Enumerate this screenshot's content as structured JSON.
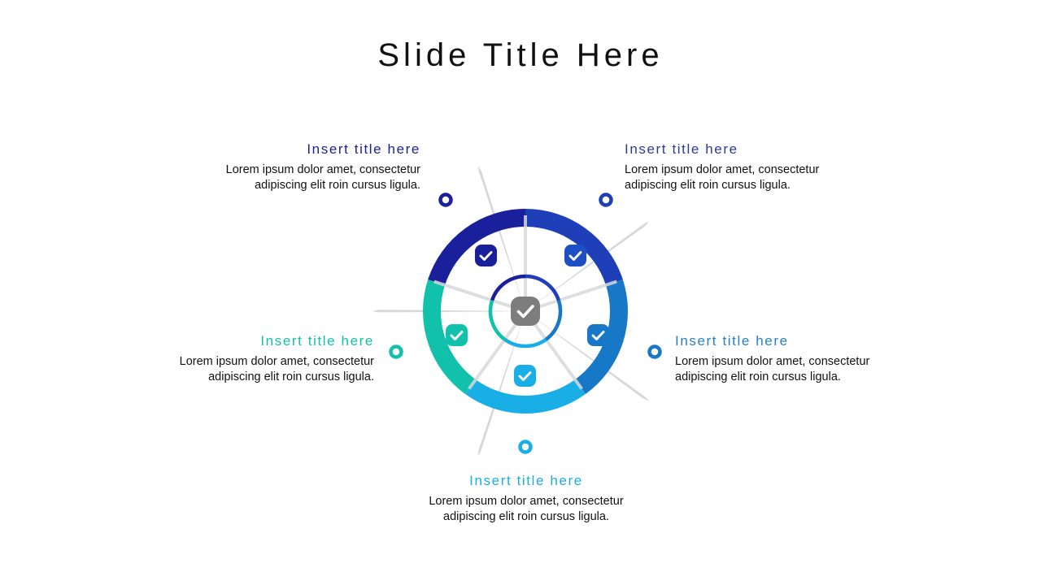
{
  "slide": {
    "title": "Slide Title Here",
    "background_color": "#ffffff",
    "title_color": "#111111"
  },
  "palette": {
    "navy": "#1a1f9c",
    "royal_blue": "#1f4fc4",
    "steel_blue": "#1878c8",
    "cyan": "#19aee5",
    "teal": "#12c1ab",
    "spoke_gray": "#d7d9da",
    "center_gray": "#7d7d7d",
    "body_text": "#111111"
  },
  "blocks": [
    {
      "id": "top-left",
      "title": "Insert title here",
      "body": "Lorem ipsum dolor amet, consectetur adipiscing elit roin cursus ligula.",
      "color": "#1a1f9c",
      "align": "right"
    },
    {
      "id": "top-right",
      "title": "Insert title here",
      "body": "Lorem ipsum dolor amet, consectetur adipiscing elit roin cursus ligula.",
      "color": "#2b3a9e",
      "align": "left"
    },
    {
      "id": "mid-left",
      "title": "Insert title here",
      "body": "Lorem ipsum dolor amet, consectetur adipiscing elit roin cursus ligula.",
      "color": "#12c1ab",
      "align": "right"
    },
    {
      "id": "mid-right",
      "title": "Insert title here",
      "body": "Lorem ipsum dolor amet, consectetur adipiscing elit roin cursus ligula.",
      "color": "#2980c4",
      "align": "left"
    },
    {
      "id": "bottom",
      "title": "Insert title here",
      "body": "Lorem ipsum dolor amet, consectetur adipiscing elit roin cursus ligula.",
      "color": "#19aee5",
      "align": "center"
    }
  ],
  "diagram": {
    "type": "five-segment-radial-wheel",
    "segment_count": 5,
    "center_icon": "check-icon",
    "center_badge_color": "#7d7d7d",
    "segments": [
      {
        "name": "segment-top-left",
        "color": "#1a1f9c",
        "icon": "check-icon"
      },
      {
        "name": "segment-top-right",
        "color": "#1f3fb8",
        "icon": "check-icon"
      },
      {
        "name": "segment-right",
        "color": "#1878c8",
        "icon": "check-icon"
      },
      {
        "name": "segment-bottom",
        "color": "#19aee5",
        "icon": "check-icon"
      },
      {
        "name": "segment-left",
        "color": "#12c1ab",
        "icon": "check-icon"
      }
    ]
  }
}
